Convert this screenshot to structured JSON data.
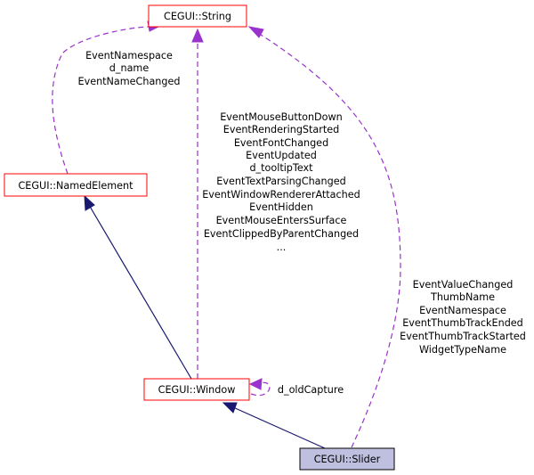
{
  "nodes": {
    "string": "CEGUI::String",
    "named_element": "CEGUI::NamedElement",
    "window": "CEGUI::Window",
    "slider": "CEGUI::Slider"
  },
  "edge_labels": {
    "named_element_to_string": [
      "EventNamespace",
      "d_name",
      "EventNameChanged"
    ],
    "window_to_string": [
      "EventMouseButtonDown",
      "EventRenderingStarted",
      "EventFontChanged",
      "EventUpdated",
      "d_tooltipText",
      "EventTextParsingChanged",
      "EventWindowRendererAttached",
      "EventHidden",
      "EventMouseEntersSurface",
      "EventClippedByParentChanged",
      "..."
    ],
    "slider_to_string": [
      "EventValueChanged",
      "ThumbName",
      "EventNamespace",
      "EventThumbTrackEnded",
      "EventThumbTrackStarted",
      "WidgetTypeName"
    ],
    "window_self": "d_oldCapture"
  },
  "colors": {
    "node_border": "#ff0000",
    "current_node_fill": "#bfbfdf",
    "inheritance_edge": "#191970",
    "usage_edge": "#9a32cd"
  }
}
